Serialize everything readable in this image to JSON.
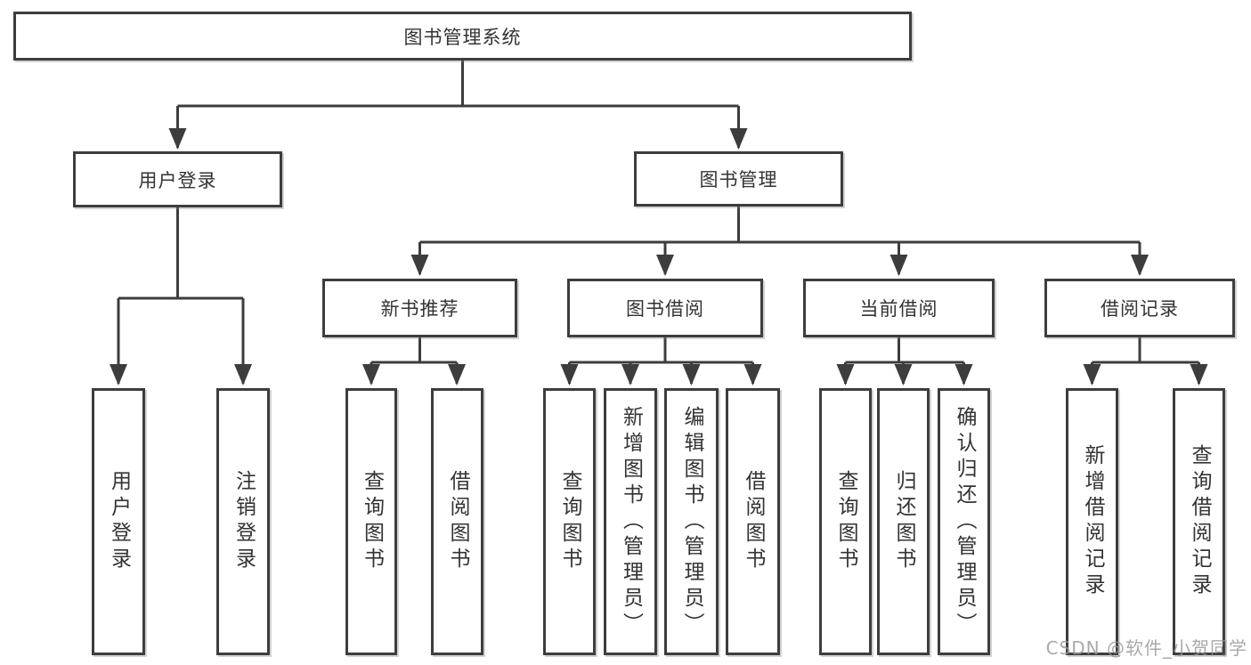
{
  "diagram": {
    "root": {
      "label": "图书管理系统"
    },
    "level2": [
      {
        "label": "用户登录",
        "children": [
          {
            "label": "用户登录"
          },
          {
            "label": "注销登录"
          }
        ]
      },
      {
        "label": "图书管理"
      }
    ],
    "level3": [
      {
        "label": "新书推荐",
        "children": [
          {
            "label": "查询图书"
          },
          {
            "label": "借阅图书"
          }
        ]
      },
      {
        "label": "图书借阅",
        "children": [
          {
            "label": "查询图书"
          },
          {
            "label": "新增图书（管理员）"
          },
          {
            "label": "编辑图书（管理员）"
          },
          {
            "label": "借阅图书"
          }
        ]
      },
      {
        "label": "当前借阅",
        "children": [
          {
            "label": "查询图书"
          },
          {
            "label": "归还图书"
          },
          {
            "label": "确认归还（管理员）"
          }
        ]
      },
      {
        "label": "借阅记录",
        "children": [
          {
            "label": "新增借阅记录"
          },
          {
            "label": "查询借阅记录"
          }
        ]
      }
    ]
  },
  "watermark": {
    "text": "CSDN @软件_小贺同学"
  },
  "colors": {
    "line": "#3d3d3d",
    "text": "#333333",
    "background": "#ffffff",
    "watermark": "#969696"
  }
}
